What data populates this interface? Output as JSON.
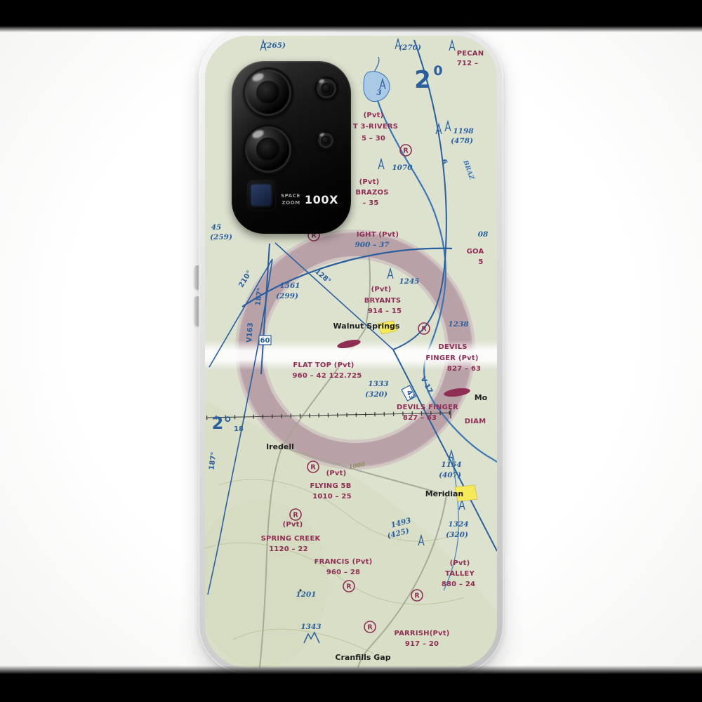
{
  "product": {
    "camera": {
      "space": "SPACE",
      "zoom": "ZOOM",
      "x100": "100X"
    }
  },
  "map": {
    "r": "R",
    "towns": {
      "walnut_springs": "Walnut Springs",
      "iredell": "Iredell",
      "meridian": "Meridian",
      "cranfills_gap": "Cranfills Gap",
      "mo_partial": "Mo"
    },
    "airports": {
      "pecan": {
        "name": "PECAN",
        "info": "712 –"
      },
      "three_rivers": {
        "pvt": "(Pvt)",
        "name": "T 3-RIVERS",
        "info": "5 – 30"
      },
      "brazos": {
        "pvt": "(Pvt)",
        "name": "BRAZOS",
        "info": "– 35"
      },
      "knight": {
        "name": "IGHT (Pvt)",
        "info": "900 – 37"
      },
      "bryants": {
        "pvt": "(Pvt)",
        "name": "BRYANTS",
        "info": "914 – 15"
      },
      "devils_finger": {
        "name1": "DEVILS",
        "name2": "FINGER (Pvt)",
        "info": "827 – 63"
      },
      "flat_top": {
        "name": "FLAT TOP (Pvt)",
        "info": "960 – 42 122.725"
      },
      "devils_finger_alt": {
        "name": "DEVILS FINGER",
        "info": "827 – 63"
      },
      "flying_5b": {
        "pvt": "(Pvt)",
        "name": "FLYING 5B",
        "info": "1010 – 25"
      },
      "spring_creek": {
        "pvt": "(Pvt)",
        "name": "SPRING CREEK",
        "info": "1120 – 22"
      },
      "francis": {
        "name": "FRANCIS (Pvt)",
        "info": "960 – 28"
      },
      "talley": {
        "pvt": "(Pvt)",
        "name": "TALLEY",
        "info": "880 – 24"
      },
      "parrish": {
        "name": "PARRISH(Pvt)",
        "info": "917 – 20"
      },
      "goat_partial": {
        "name": "GOA",
        "info": "5"
      },
      "diamond_partial": {
        "name": "DIAM"
      }
    },
    "elevations": {
      "e270": "(270)",
      "e265": "(265)",
      "e1198": "1198",
      "e478": "(478)",
      "e1070": "1070",
      "e1561": "1561",
      "e299": "(299)",
      "e1245": "1245",
      "e1238": "1238",
      "e1333": "1333",
      "e320a": "(320)",
      "e1154": "1154",
      "e407": "(407)",
      "e1324": "1324",
      "e320b": "(320)",
      "e1493": "1493",
      "e425": "(425)",
      "e1201": "1201",
      "e1343": "1343",
      "e1000": "1000",
      "e45": "45",
      "e259": "(259)",
      "e08": "08",
      "e3": "3"
    },
    "nav": {
      "b128": "128°",
      "b210": "210°",
      "b187a": "187°",
      "b187b": "187°",
      "v163": "V163",
      "v17": "V 17",
      "box60": "60",
      "box43": "43",
      "mef_big": "2",
      "mef_small": "0",
      "lat_deg": "2°",
      "minute": "18",
      "six": "6"
    },
    "water_labels": {
      "brazos_river": "BRAZ"
    }
  }
}
